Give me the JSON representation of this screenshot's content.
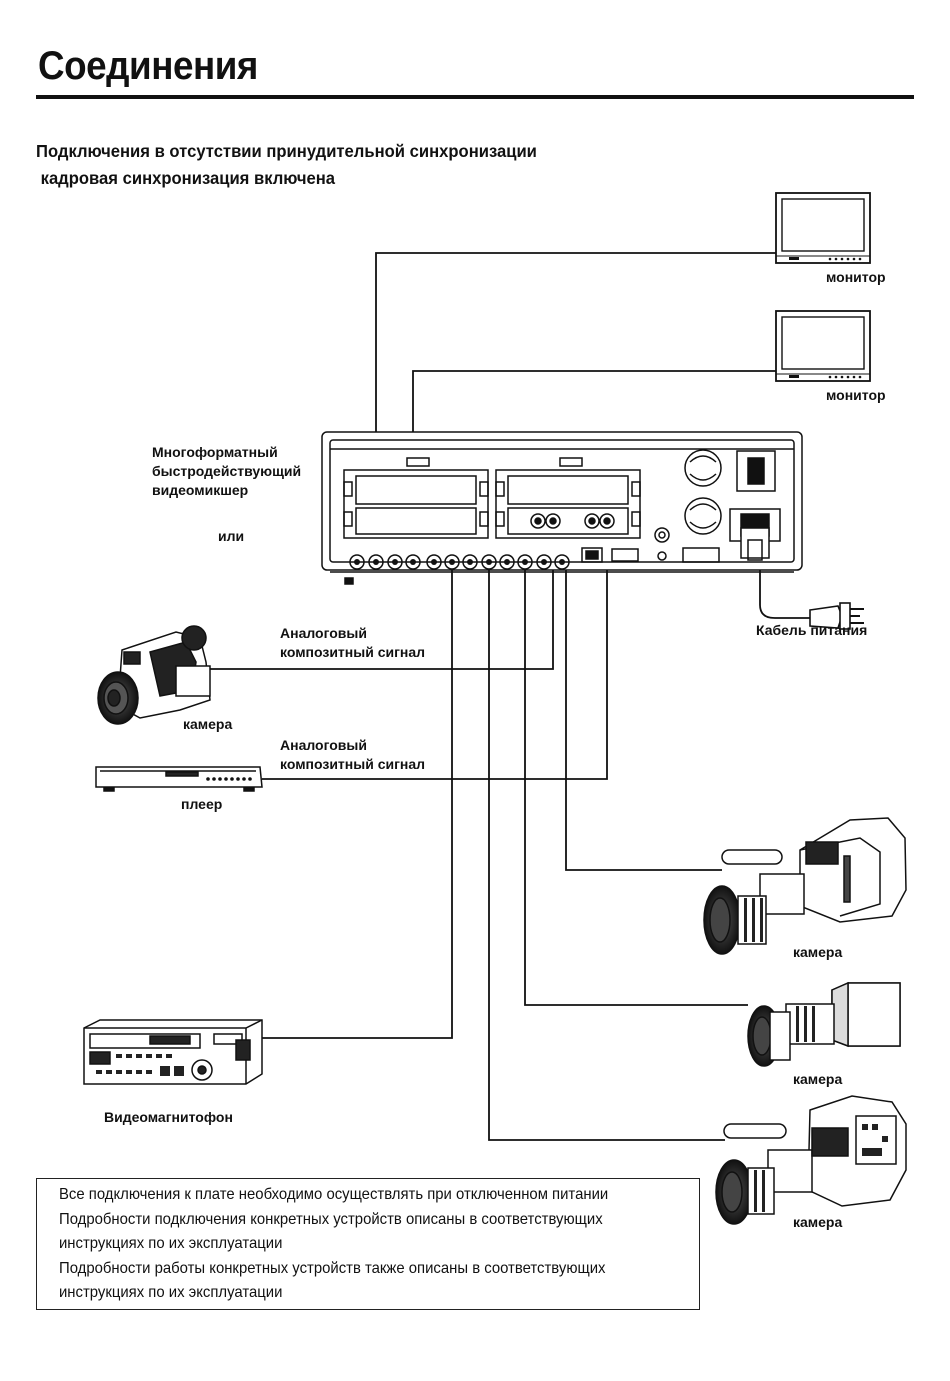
{
  "page": {
    "title": "Соединения",
    "subtitle_lines": [
      "Подключения в отсутствии принудительной синхронизации",
      " кадровая синхронизация включена"
    ]
  },
  "labels": {
    "monitor_1": "монитор",
    "monitor_2": "монитор",
    "switcher_lines": [
      "Многоформатный",
      "быстродействующий",
      "видеомикшер"
    ],
    "switcher_or": "или",
    "analog_1_lines": [
      "Аналоговый",
      "композитный сигнал"
    ],
    "analog_2_lines": [
      "Аналоговый",
      "композитный сигнал"
    ],
    "power_cable": "Кабель питания",
    "camera_handheld": "камера",
    "player": "плеер",
    "camera_studio_1": "камера",
    "camera_studio_2": "камера",
    "camera_studio_3": "камера",
    "vtr": "Видеомагнитофон"
  },
  "notes": [
    "Все подключения к плате необходимо осуществлять при отключенном питании",
    "Подробности подключения конкретных устройств описаны в соответствующих",
    "инструкциях по их эксплуатации",
    "Подробности работы конкретных устройств также описаны в соответствующих",
    "инструкциях по их эксплуатации"
  ]
}
